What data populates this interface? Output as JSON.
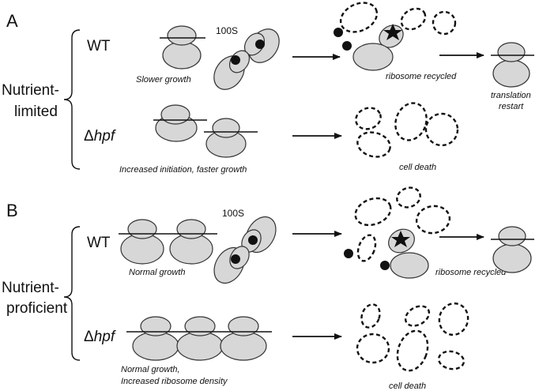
{
  "panels": [
    {
      "letter": "A",
      "condition_line1": "Nutrient-",
      "condition_line2": "limited",
      "wt_label": "WT",
      "mutant_prefix": "Δ",
      "mutant_gene": "hpf",
      "dimer_label": "100S",
      "wt_caption": "Slower growth",
      "recycled_label": "ribosome recycled",
      "restart_line1": "translation",
      "restart_line2": "restart",
      "mutant_caption": "Increased initiation, faster growth",
      "death_label": "cell death"
    },
    {
      "letter": "B",
      "condition_line1": "Nutrient-",
      "condition_line2": "proficient",
      "wt_label": "WT",
      "mutant_prefix": "Δ",
      "mutant_gene": "hpf",
      "dimer_label": "100S",
      "wt_caption": "Normal growth",
      "recycled_label": "ribosome recycled",
      "mutant_caption_line1": "Normal growth,",
      "mutant_caption_line2": "Increased ribosome density",
      "death_label": "cell death"
    }
  ]
}
